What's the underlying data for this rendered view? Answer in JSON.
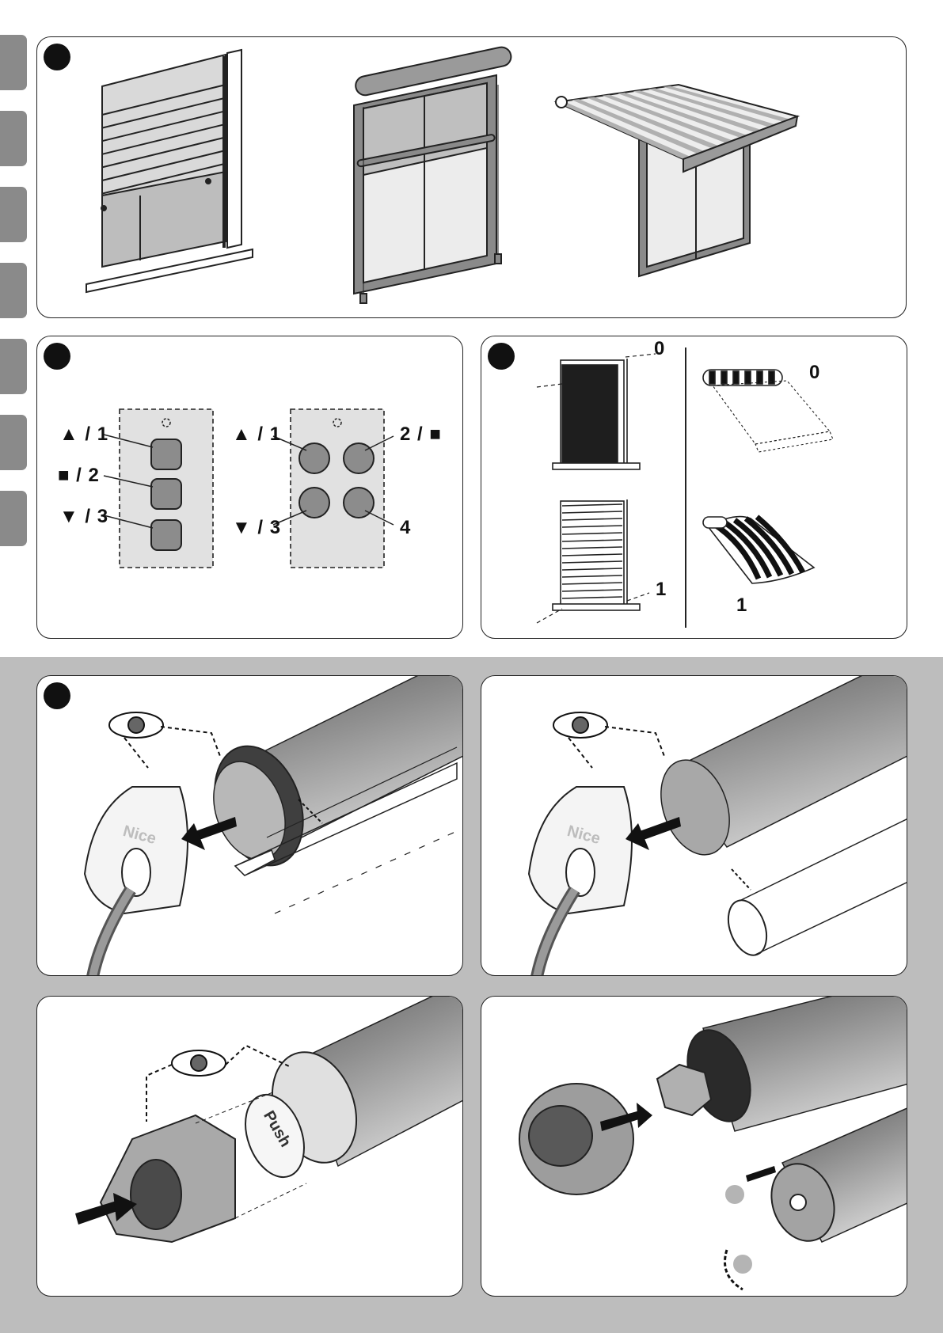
{
  "remote_labels": {
    "single_up": "▲ / 1",
    "single_stop": "■ / 2",
    "single_down": "▼ / 3",
    "quad_up": "▲ / 1",
    "quad_stop": "2 / ■",
    "quad_down": "▼ / 3",
    "quad_four": "4"
  },
  "direction_labels": {
    "shutter_top": "0",
    "shutter_bottom": "1",
    "awning_top": "0",
    "awning_bottom": "1"
  },
  "motor_branding": {
    "brand_a": "Nice",
    "brand_b": "Nice",
    "adapter_text": "Push"
  },
  "colors": {
    "band": "#bdbdbd",
    "tab": "#8a8a8a",
    "tube": "#7d7d7d",
    "button": "#8c8c8c"
  }
}
